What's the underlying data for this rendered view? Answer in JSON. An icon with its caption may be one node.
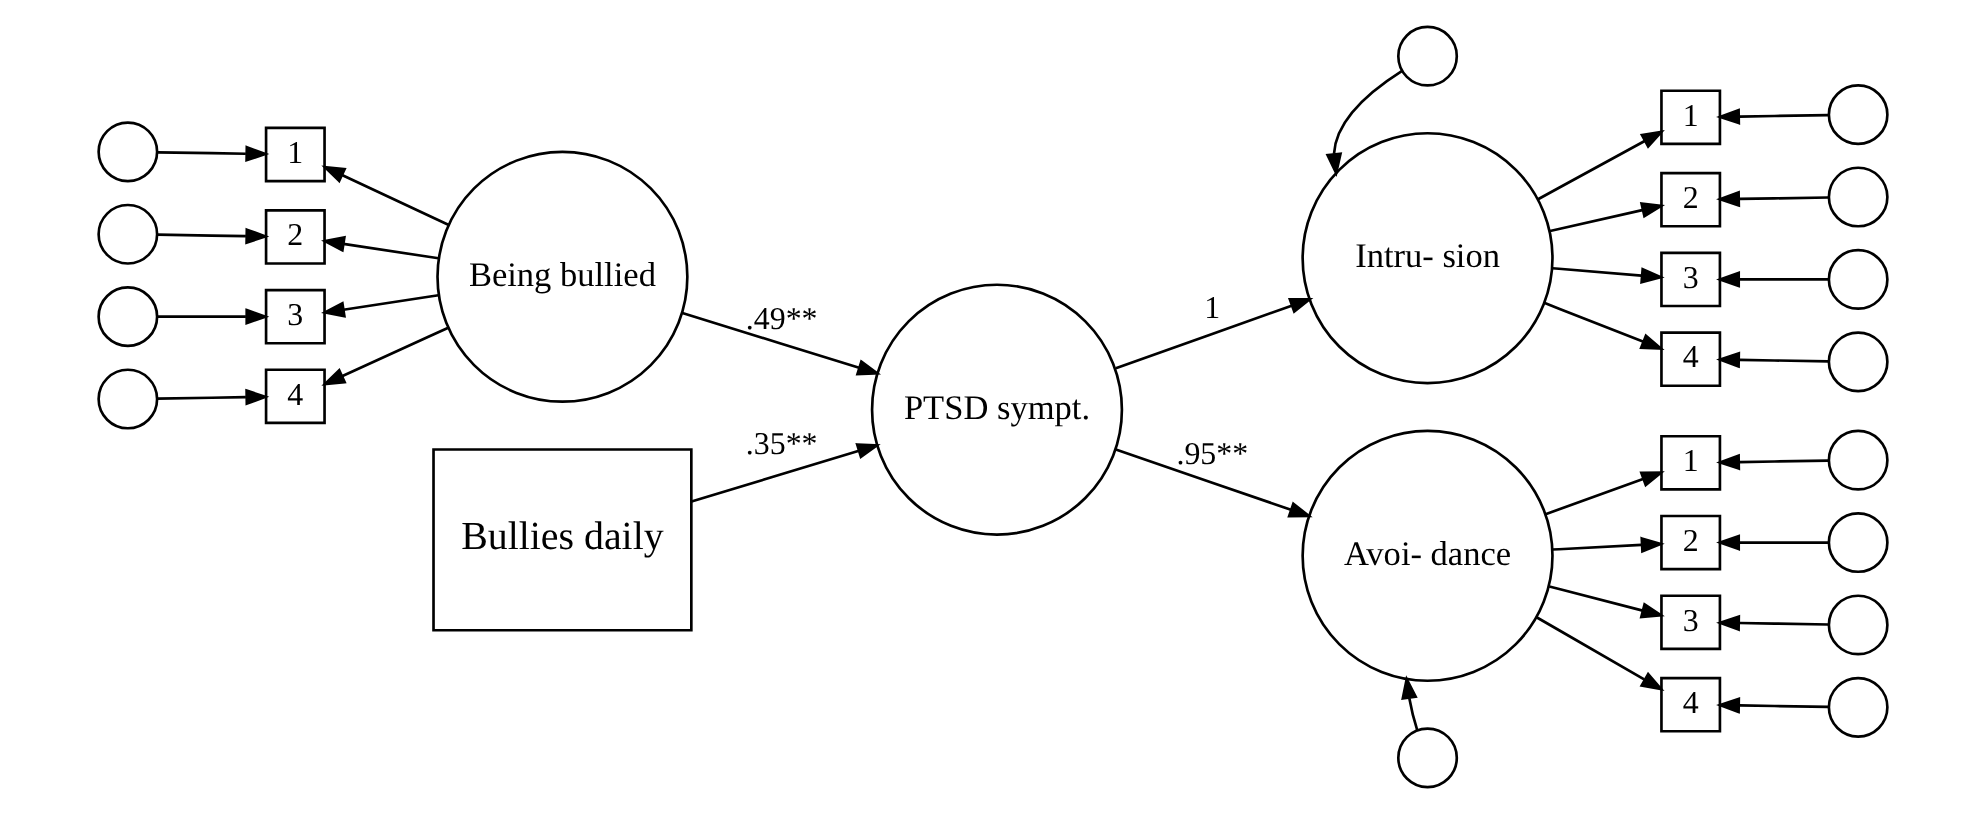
{
  "diagram": {
    "nodes": [
      {
        "text": [],
        "shape": "circle"
      },
      {
        "text": [],
        "shape": "circle"
      },
      {
        "text": [],
        "shape": "circle"
      },
      {
        "text": [],
        "shape": "circle"
      },
      {
        "text": [
          "1"
        ]
      },
      {
        "text": [
          "2"
        ]
      },
      {
        "text": [
          "3"
        ]
      },
      {
        "text": [
          "4"
        ]
      },
      {
        "text": [
          "Being bullied"
        ]
      },
      {
        "text": [
          "Bullies daily"
        ]
      },
      {
        "text": [
          "PTSD sympt."
        ]
      },
      {
        "text": [],
        "shape": "circle"
      },
      {
        "text": [
          "Intru- sion"
        ]
      },
      {
        "text": [
          "Avoi- dance"
        ]
      },
      {
        "text": [],
        "shape": "circle"
      },
      {
        "text": [
          "1"
        ]
      },
      {
        "text": [
          "2"
        ]
      },
      {
        "text": [
          "3"
        ]
      },
      {
        "text": [
          "4"
        ]
      },
      {
        "text": [],
        "shape": "circle"
      },
      {
        "text": [],
        "shape": "circle"
      },
      {
        "text": [],
        "shape": "circle"
      },
      {
        "text": [],
        "shape": "circle"
      },
      {
        "text": [
          "1"
        ]
      },
      {
        "text": [
          "2"
        ]
      },
      {
        "text": [
          "3"
        ]
      },
      {
        "text": [
          "4"
        ]
      },
      {
        "text": [],
        "shape": "circle"
      },
      {
        "text": [],
        "shape": "circle"
      },
      {
        "text": [],
        "shape": "circle"
      },
      {
        "text": [],
        "shape": "circle"
      }
    ],
    "edges": [
      {
        "from": 0,
        "to": 4,
        "arrow": "to"
      },
      {
        "from": 1,
        "to": 5,
        "arrow": "to"
      },
      {
        "from": 2,
        "to": 6,
        "arrow": "to"
      },
      {
        "from": 3,
        "to": 7,
        "arrow": "to"
      },
      {
        "from": 8,
        "to": 4,
        "arrow": "to"
      },
      {
        "from": 8,
        "to": 5,
        "arrow": "to"
      },
      {
        "from": 8,
        "to": 6,
        "arrow": "to"
      },
      {
        "from": 8,
        "to": 7,
        "arrow": "to"
      },
      {
        "from": 8,
        "to": 10,
        "label": ".49**",
        "arrow": "to"
      },
      {
        "from": 9,
        "to": 10,
        "label": ".35**",
        "arrow": "to"
      },
      {
        "from": 10,
        "to": 12,
        "label": "1",
        "arrow": "to"
      },
      {
        "from": 10,
        "to": 13,
        "label": ".95**",
        "arrow": "to"
      },
      {
        "from": 11,
        "to": 12,
        "arrow": "to"
      },
      {
        "from": 14,
        "to": 13,
        "arrow": "to"
      },
      {
        "from": 12,
        "to": 15,
        "arrow": "to"
      },
      {
        "from": 12,
        "to": 16,
        "arrow": "to"
      },
      {
        "from": 12,
        "to": 17,
        "arrow": "to"
      },
      {
        "from": 12,
        "to": 18,
        "arrow": "to"
      },
      {
        "from": 19,
        "to": 15,
        "arrow": "to"
      },
      {
        "from": 20,
        "to": 16,
        "arrow": "to"
      },
      {
        "from": 21,
        "to": 17,
        "arrow": "to"
      },
      {
        "from": 22,
        "to": 18,
        "arrow": "to"
      },
      {
        "from": 13,
        "to": 23,
        "arrow": "to"
      },
      {
        "from": 13,
        "to": 24,
        "arrow": "to"
      },
      {
        "from": 13,
        "to": 25,
        "arrow": "to"
      },
      {
        "from": 13,
        "to": 26,
        "arrow": "to"
      },
      {
        "from": 27,
        "to": 23,
        "arrow": "to"
      },
      {
        "from": 28,
        "to": 24,
        "arrow": "to"
      },
      {
        "from": 29,
        "to": 25,
        "arrow": "to"
      },
      {
        "from": 30,
        "to": 26,
        "arrow": "to"
      }
    ]
  }
}
